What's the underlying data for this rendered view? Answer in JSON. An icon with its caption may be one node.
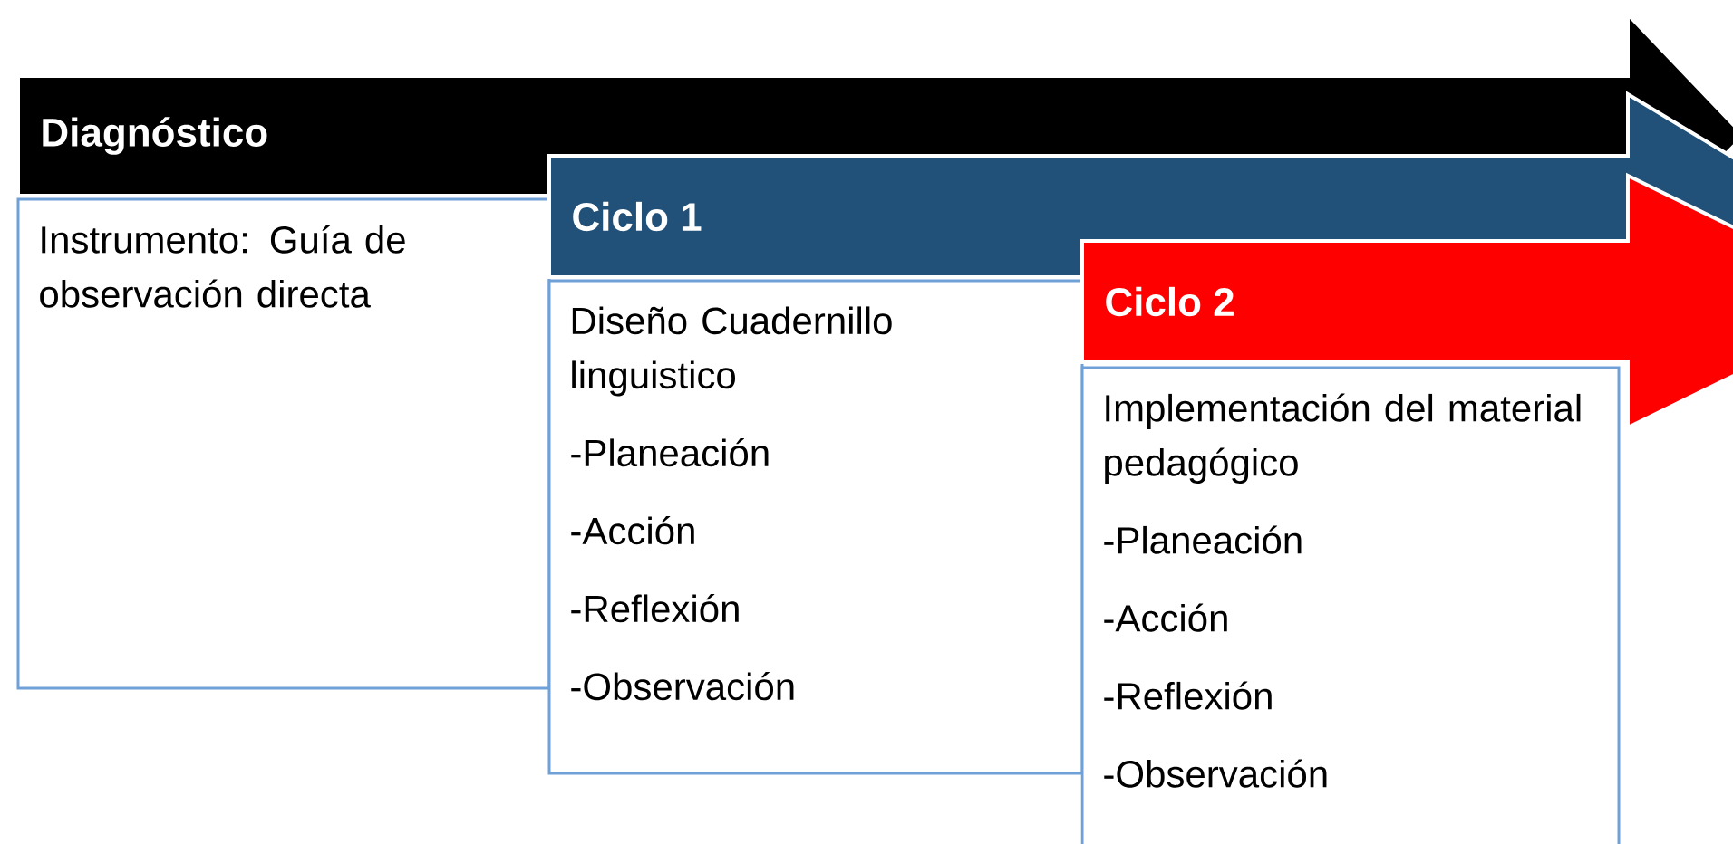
{
  "diagram": {
    "nodes": [
      {
        "text": [
          "Diagnóstico"
        ]
      },
      {
        "text": [
          "Instrumento: Guía de observación directa"
        ]
      },
      {
        "text": [
          "Ciclo 1"
        ]
      },
      {
        "text": [
          "Diseño Cuadernillo linguistico",
          "-Planeación",
          "-Acción",
          "-Reflexión",
          "-Observación"
        ]
      },
      {
        "text": [
          "Ciclo 2"
        ]
      },
      {
        "text": [
          "Implementación del material pedagógico",
          "-Planeación",
          "-Acción",
          "-Reflexión",
          "-Observación"
        ]
      }
    ]
  }
}
